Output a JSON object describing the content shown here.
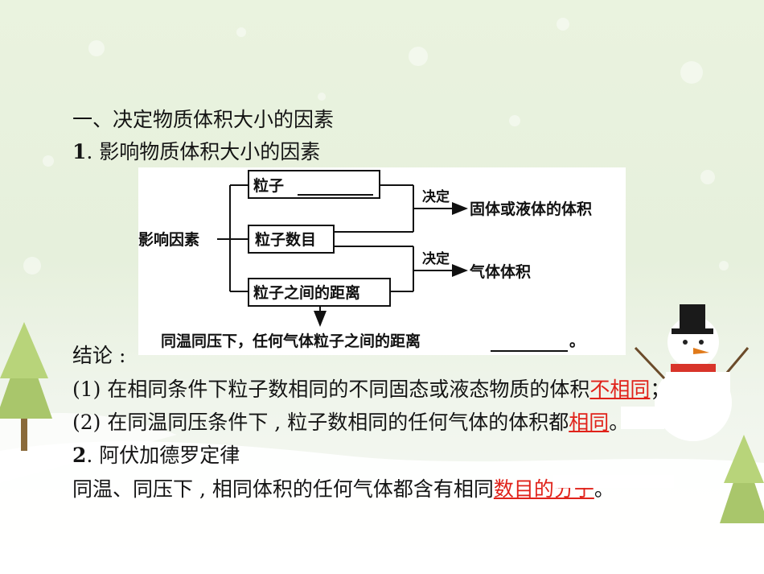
{
  "heading": "一、决定物质体积大小的因素",
  "section1": {
    "number": "1",
    "title": ". 影响物质体积大小的因素"
  },
  "diagram": {
    "left_label": "影响因素",
    "box1": "粒子",
    "box2": "粒子数目",
    "box3": "粒子之间的距离",
    "arrow1_label": "决定",
    "arrow2_label": "决定",
    "result1": "固体或液体的体积",
    "result2": "气体体积",
    "bottom_text": "同温同压下，任何气体粒子之间的距离",
    "bottom_end": "。"
  },
  "conclusion_label": "结论 :",
  "line1": {
    "text": "(1) 在相同条件下粒子数相同的不同固态或液态物质的体积",
    "answer": "不相同",
    "end": "；"
  },
  "line2": {
    "text": "(2) 在同温同压条件下 , 粒子数相同的任何气体的体积都",
    "answer": "相同",
    "end": "。"
  },
  "section2": {
    "number": "2",
    "title": ". 阿伏加德罗定律"
  },
  "law": {
    "text": "同温、同压下 , 相同体积的任何气体都含有相同",
    "answer": "数目的分子",
    "end": "。"
  },
  "colors": {
    "answer": "#e0221a",
    "snow": "#ffffff",
    "tree": "#a7c56a"
  }
}
